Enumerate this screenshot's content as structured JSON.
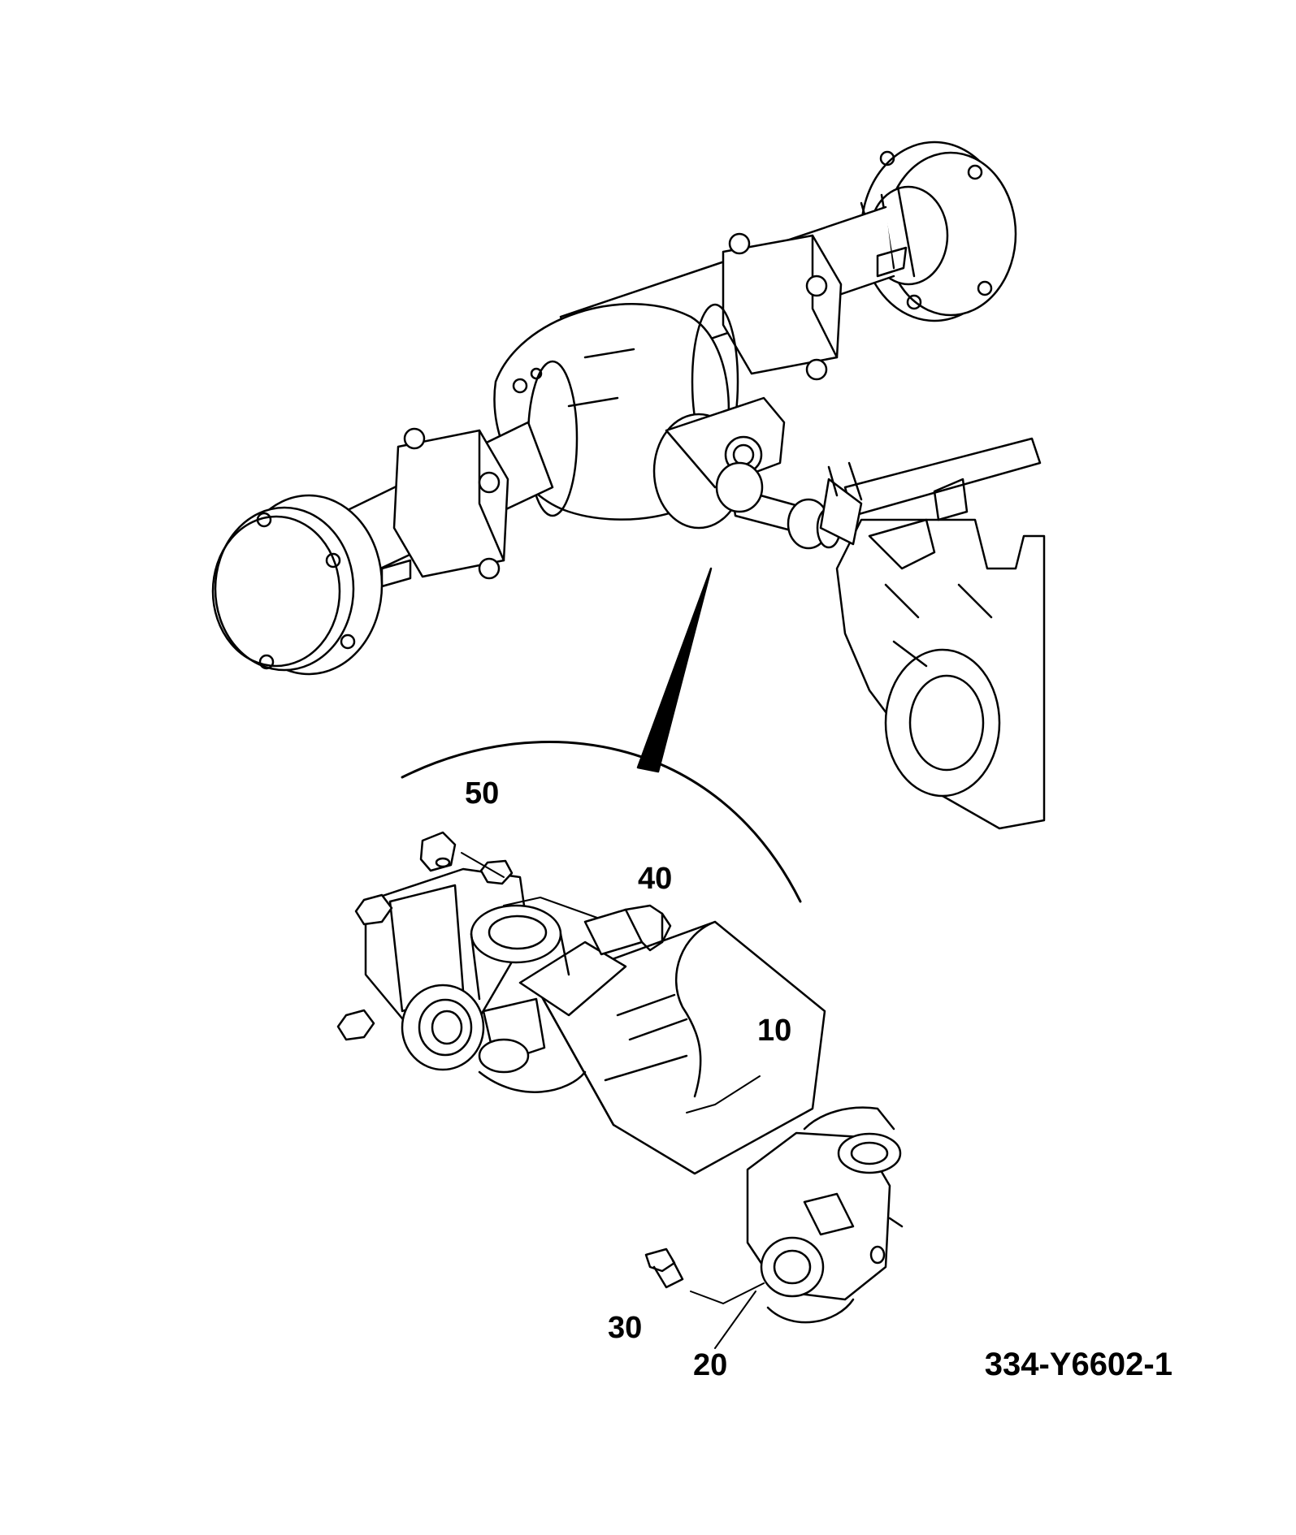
{
  "diagram": {
    "callouts": [
      {
        "id": "c10",
        "text": "10"
      },
      {
        "id": "c20",
        "text": "20"
      },
      {
        "id": "c30",
        "text": "30"
      },
      {
        "id": "c40",
        "text": "40"
      },
      {
        "id": "c50",
        "text": "50"
      }
    ],
    "figure_code": "334-Y6602-1"
  },
  "colors": {
    "line": "#000000",
    "background": "#ffffff"
  }
}
